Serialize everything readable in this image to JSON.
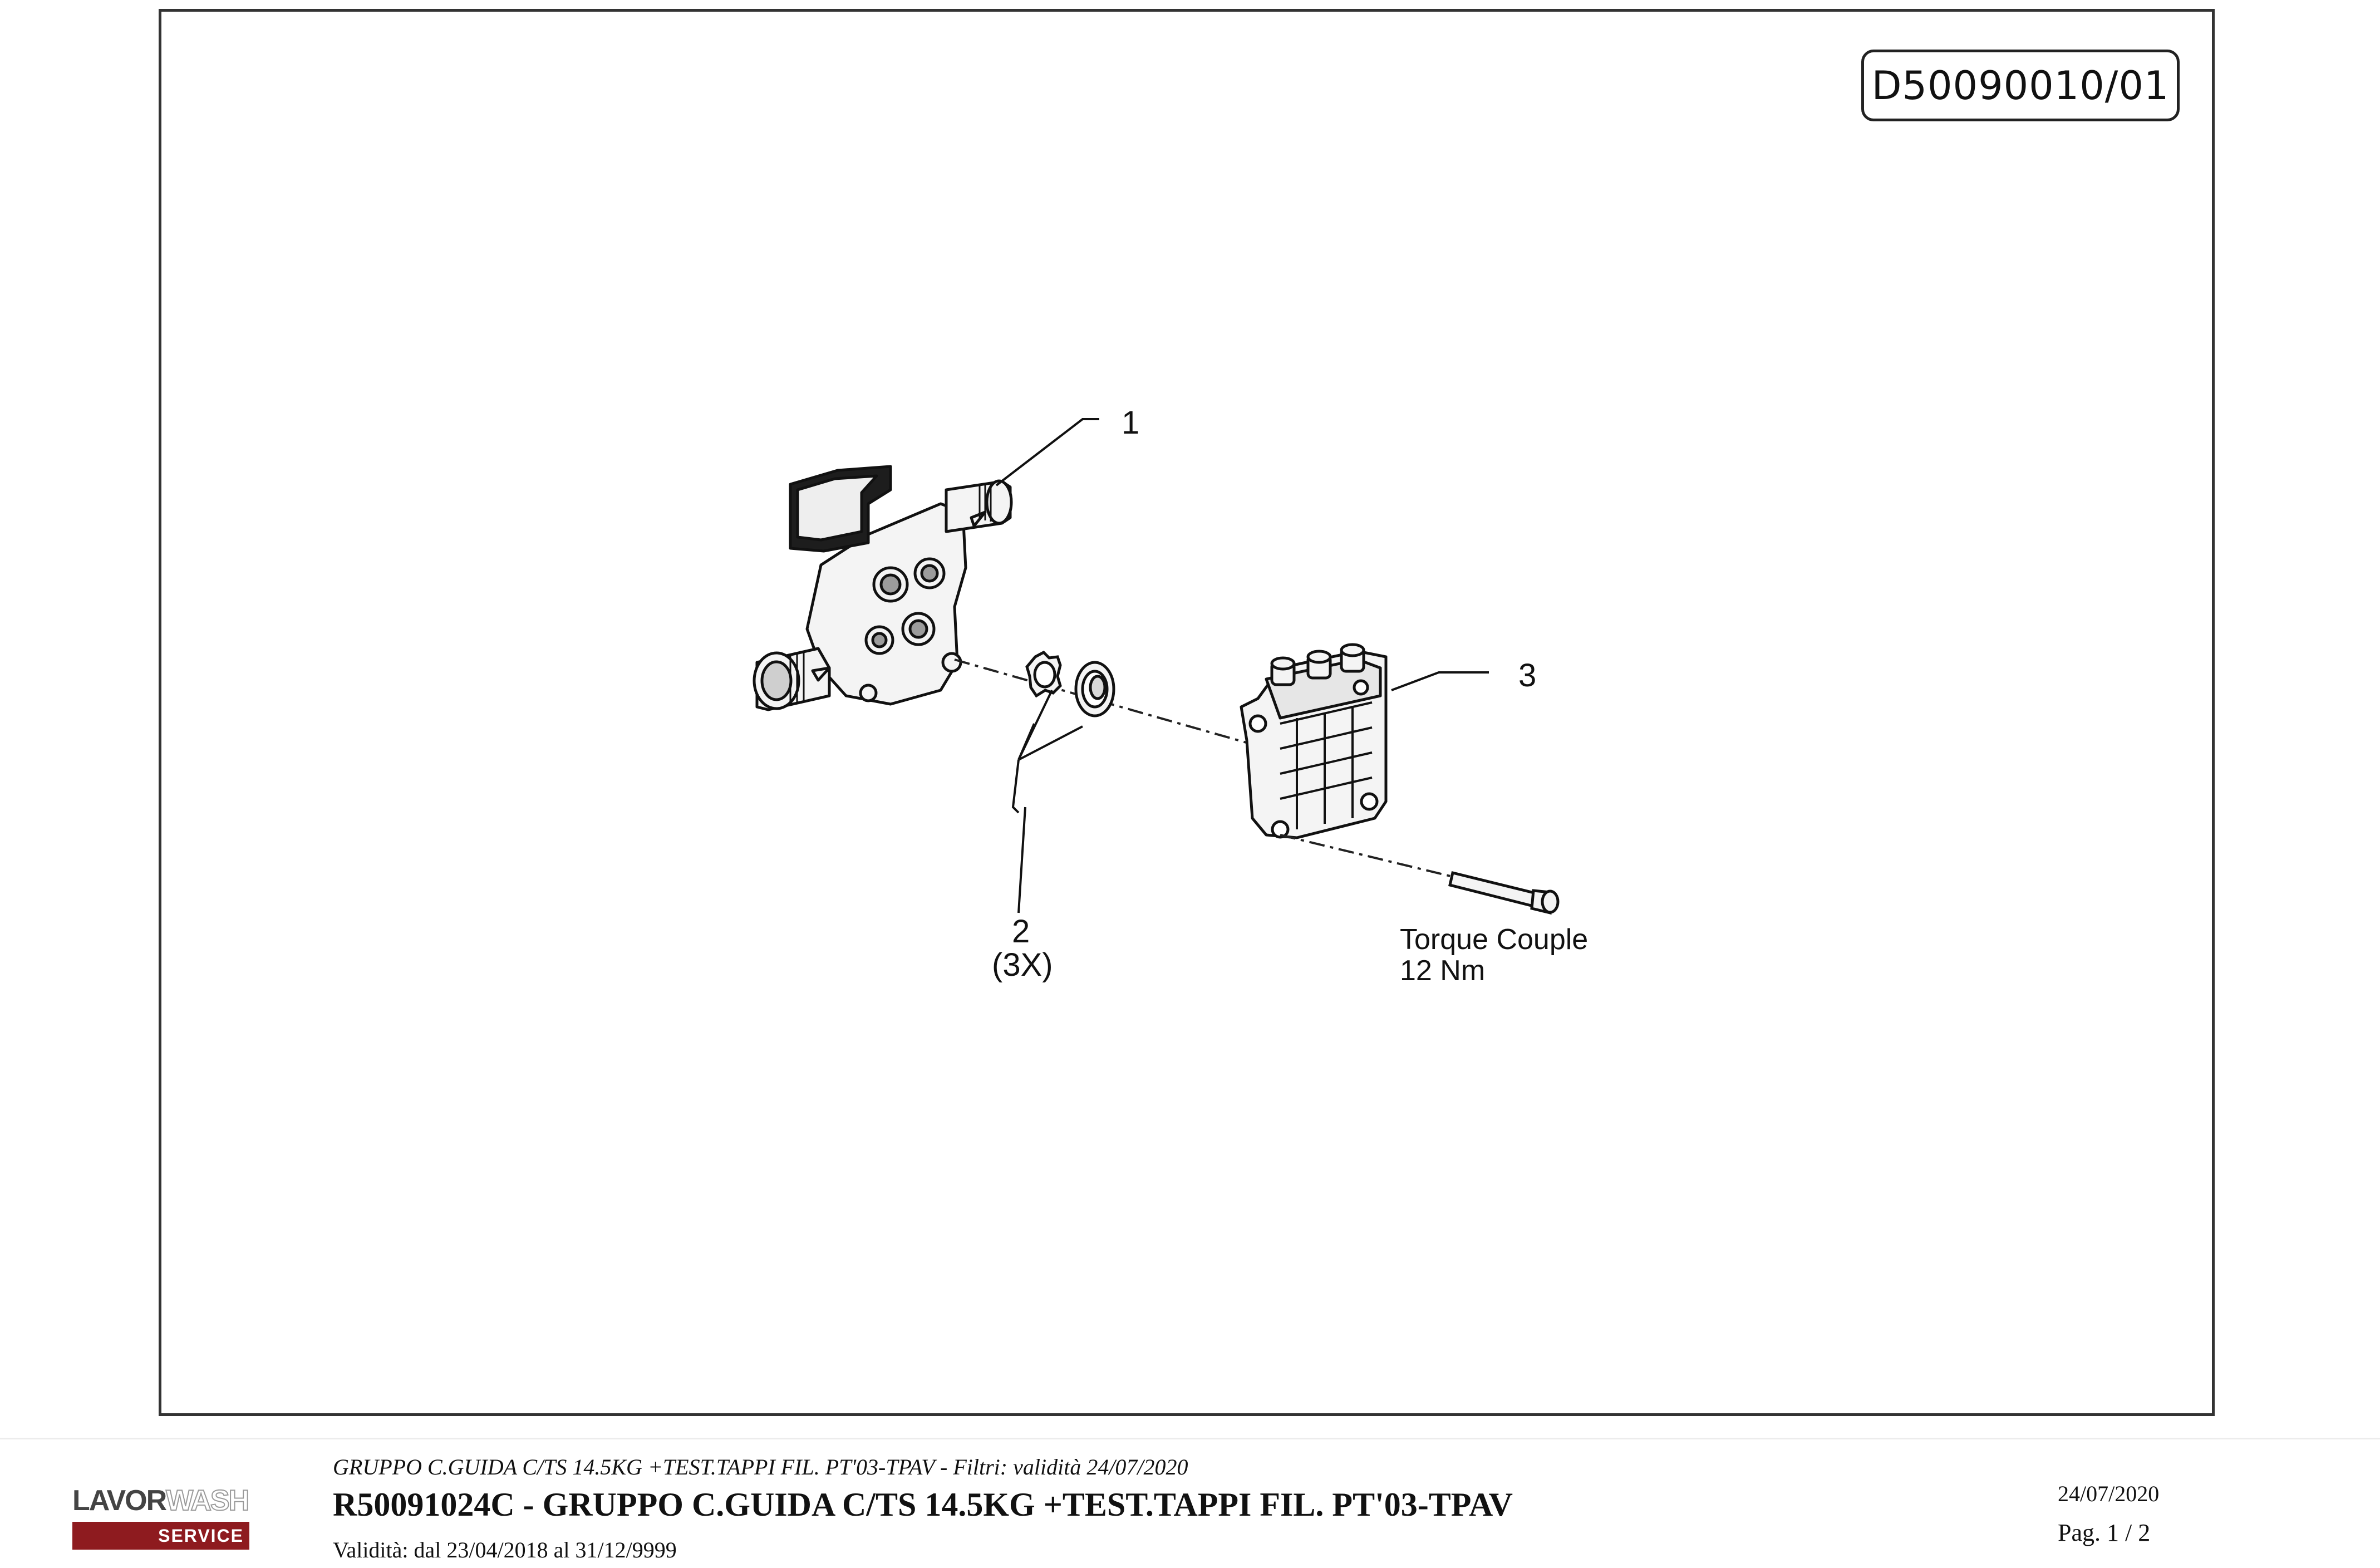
{
  "sheet": {
    "drawing_code": "D50090010/01"
  },
  "callouts": [
    {
      "number": "1",
      "quantity": ""
    },
    {
      "number": "2",
      "quantity": "(3X)"
    },
    {
      "number": "3",
      "quantity": ""
    }
  ],
  "torque_note": {
    "line1": "Torque Couple",
    "line2": "12 Nm"
  },
  "footer": {
    "logo": {
      "brand_a": "LAVOR",
      "brand_b": "WASH",
      "tagline": "SERVICE"
    },
    "subtitle": "GRUPPO C.GUIDA C/TS 14.5KG +TEST.TAPPI FIL. PT'03-TPAV - Filtri: validità 24/07/2020",
    "title": "R50091024C - GRUPPO C.GUIDA C/TS 14.5KG +TEST.TAPPI FIL. PT'03-TPAV",
    "validity": "Validità: dal 23/04/2018 al 31/12/9999",
    "date": "24/07/2020",
    "page": "Pag. 1 / 2"
  },
  "colors": {
    "frame": "#333333",
    "logo_red": "#8e1b1f"
  }
}
